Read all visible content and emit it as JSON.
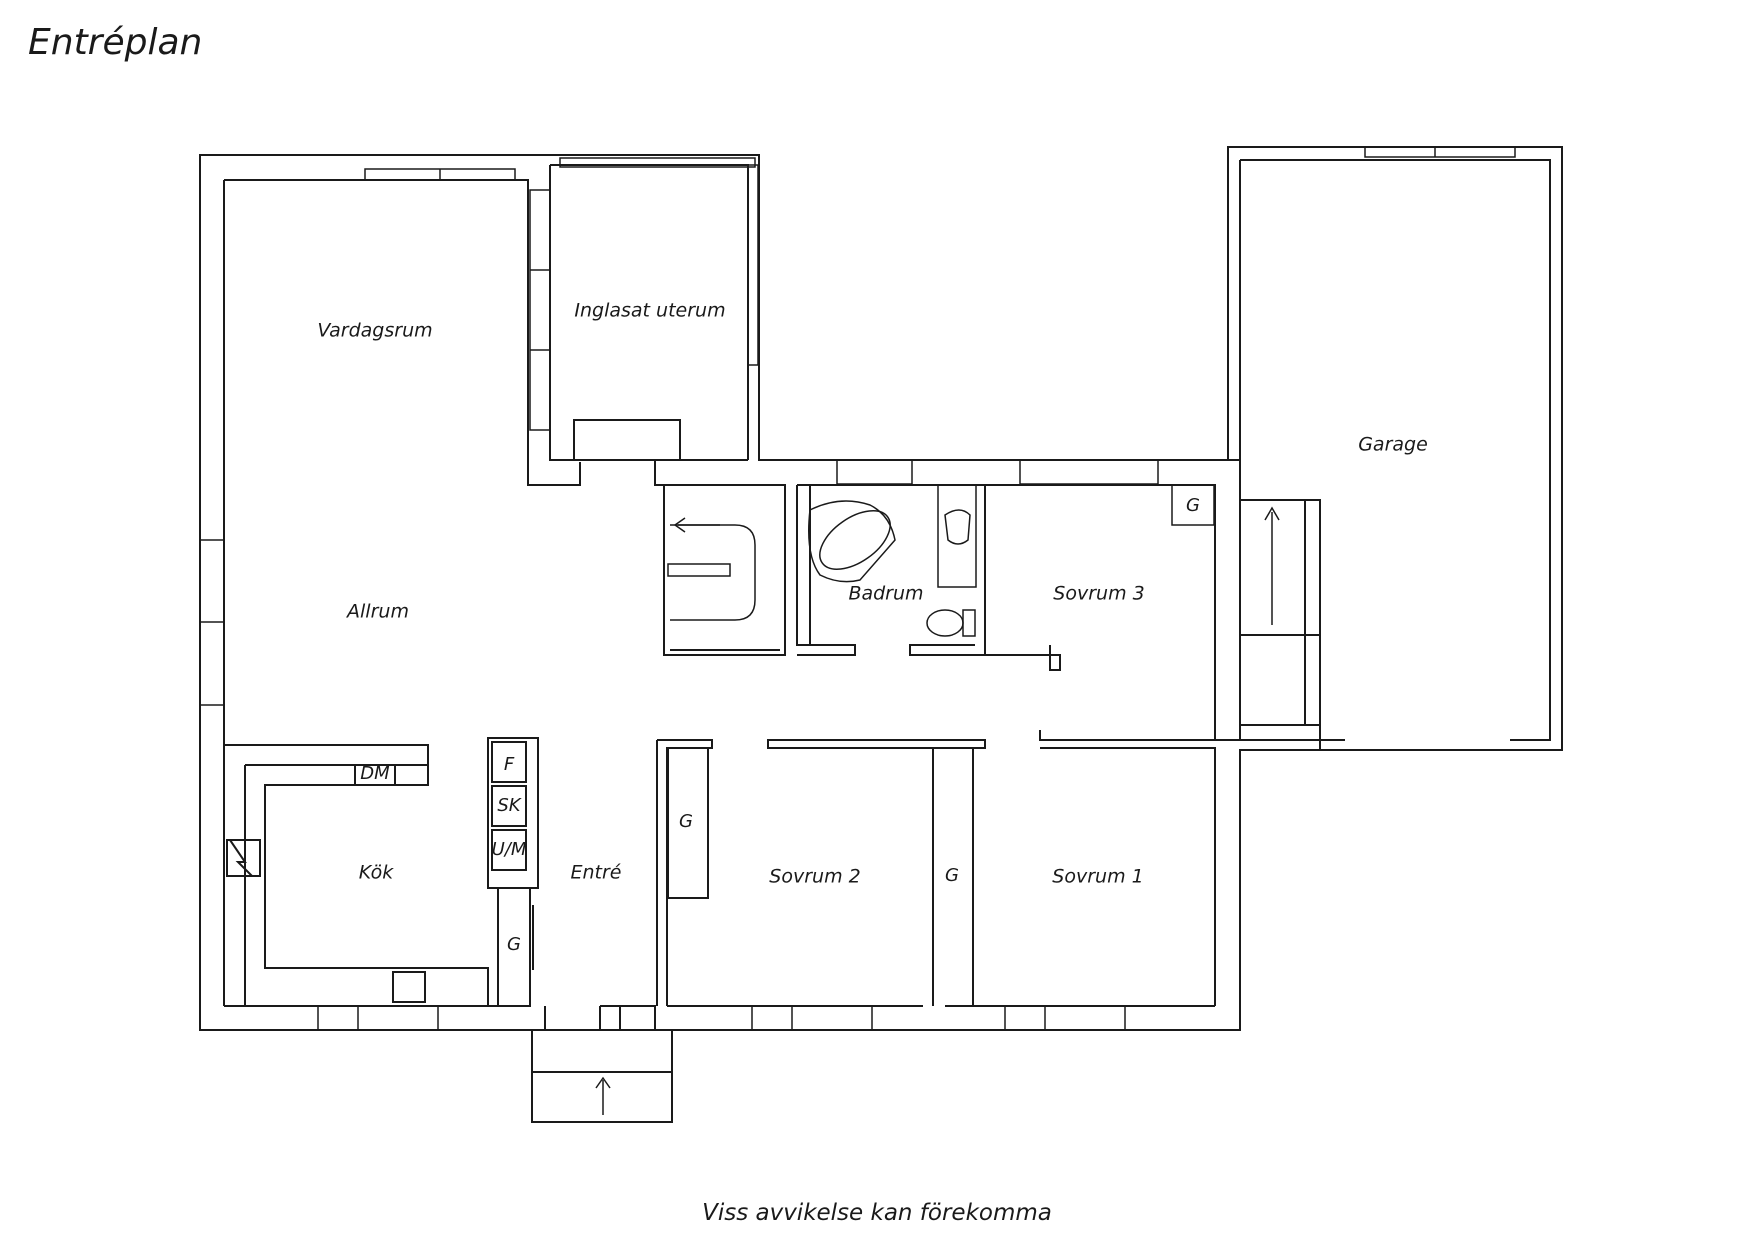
{
  "title": "Entréplan",
  "footer": "Viss avvikelse kan förekomma",
  "rooms": {
    "vardagsrum": "Vardagsrum",
    "uterum": "Inglasat uterum",
    "allrum": "Allrum",
    "kok": "Kök",
    "entre": "Entré",
    "badrum": "Badrum",
    "sovrum1": "Sovrum 1",
    "sovrum2": "Sovrum 2",
    "sovrum3": "Sovrum 3",
    "garage": "Garage"
  },
  "fixtures": {
    "dm": "DM",
    "f": "F",
    "sk": "SK",
    "um": "U/M",
    "g": "G"
  }
}
